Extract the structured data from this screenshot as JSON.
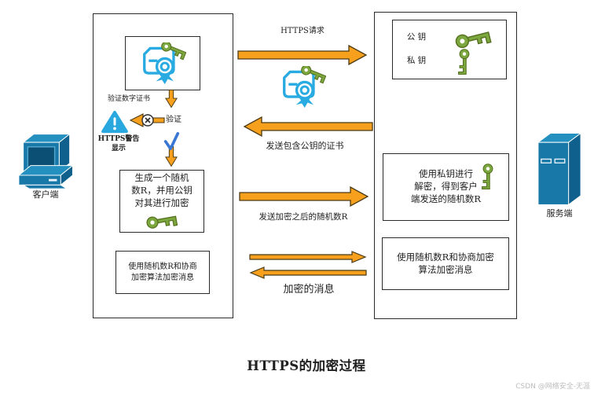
{
  "title": "HTTPS的加密过程",
  "watermark": "CSDN @网络安全-无涯",
  "endpoints": {
    "client_label": "客户端",
    "server_label": "服务端"
  },
  "flows": {
    "https_request": "HTTPS请求",
    "send_cert": "发送包含公钥的证书",
    "send_encrypted_random": "发送加密之后的随机数R",
    "encrypted_message": "加密的消息"
  },
  "client_panel": {
    "verify_digital_cert": "验证数字证书",
    "verify": "验证",
    "https_warning": "HTTPS警告\n显示",
    "generate_random_box": "生成一个随机\n数R，并用公钥\n对其进行加密",
    "encrypt_message_box": "使用随机数R和协商\n加密算法加密消息"
  },
  "server_panel": {
    "public_key_label": "公 钥",
    "private_key_label": "私 钥",
    "decrypt_box": "使用私钥进行\n解密，得到客户\n端发送的随机数R",
    "encrypt_message_box": "使用随机数R和协商加密\n算法加密消息"
  },
  "colors": {
    "arrow_fill": "#F6A01E",
    "arrow_stroke": "#4A3A14",
    "device_blue": "#1878A8",
    "certificate_blue": "#29ABE2",
    "key_green": "#7CA63E",
    "warning_blue": "#29A8DF",
    "check_blue": "#3A77D4",
    "box_border": "#2B2B2B"
  }
}
